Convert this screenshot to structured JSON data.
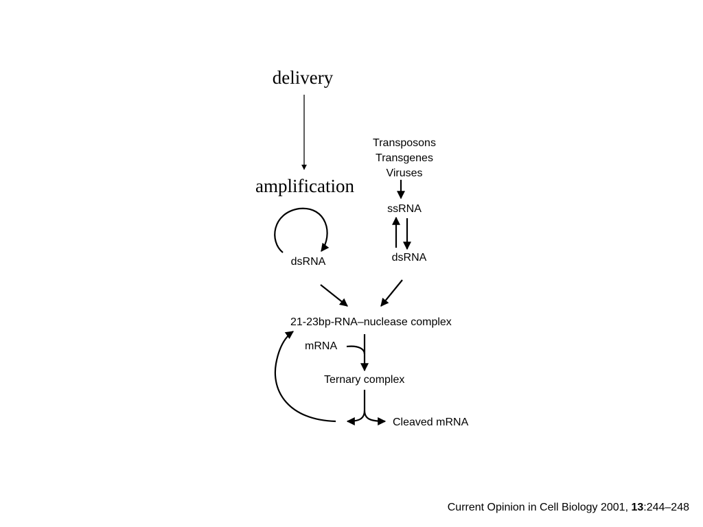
{
  "annotations": {
    "delivery": "delivery",
    "amplification": "amplification"
  },
  "nodes": {
    "sources": [
      "Transposons",
      "Transgenes",
      "Viruses"
    ],
    "ssrna": "ssRNA",
    "dsrna_left": "dsRNA",
    "dsrna_right": "dsRNA",
    "complex": "21-23bp-RNA–nuclease complex",
    "mrna": "mRNA",
    "ternary": "Ternary complex",
    "cleaved": "Cleaved mRNA"
  },
  "citation": {
    "journal": "Current Opinion in Cell Biology",
    "year": " 2001, ",
    "volume": "13",
    "pages": ":244–248"
  }
}
